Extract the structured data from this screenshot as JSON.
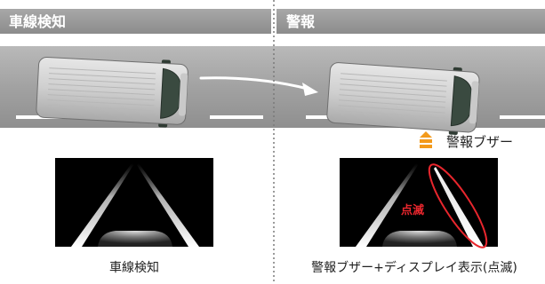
{
  "panels": {
    "left": {
      "header": "車線検知",
      "caption": "車線検知"
    },
    "right": {
      "header": "警報",
      "caption": "警報ブザー+ディスプレイ表示(点滅)",
      "buzzer_label": "警報ブザー",
      "blink_label": "点滅"
    }
  },
  "colors": {
    "header_bg": "#9a9a9a",
    "road": "#9e9e9e",
    "lane_mark": "#ffffff",
    "display_bg": "#000000",
    "blink_outline": "#e8262d",
    "buzzer_icon": "#f39a1b"
  },
  "icons": {
    "buzzer": "warning-chevron-icon"
  }
}
